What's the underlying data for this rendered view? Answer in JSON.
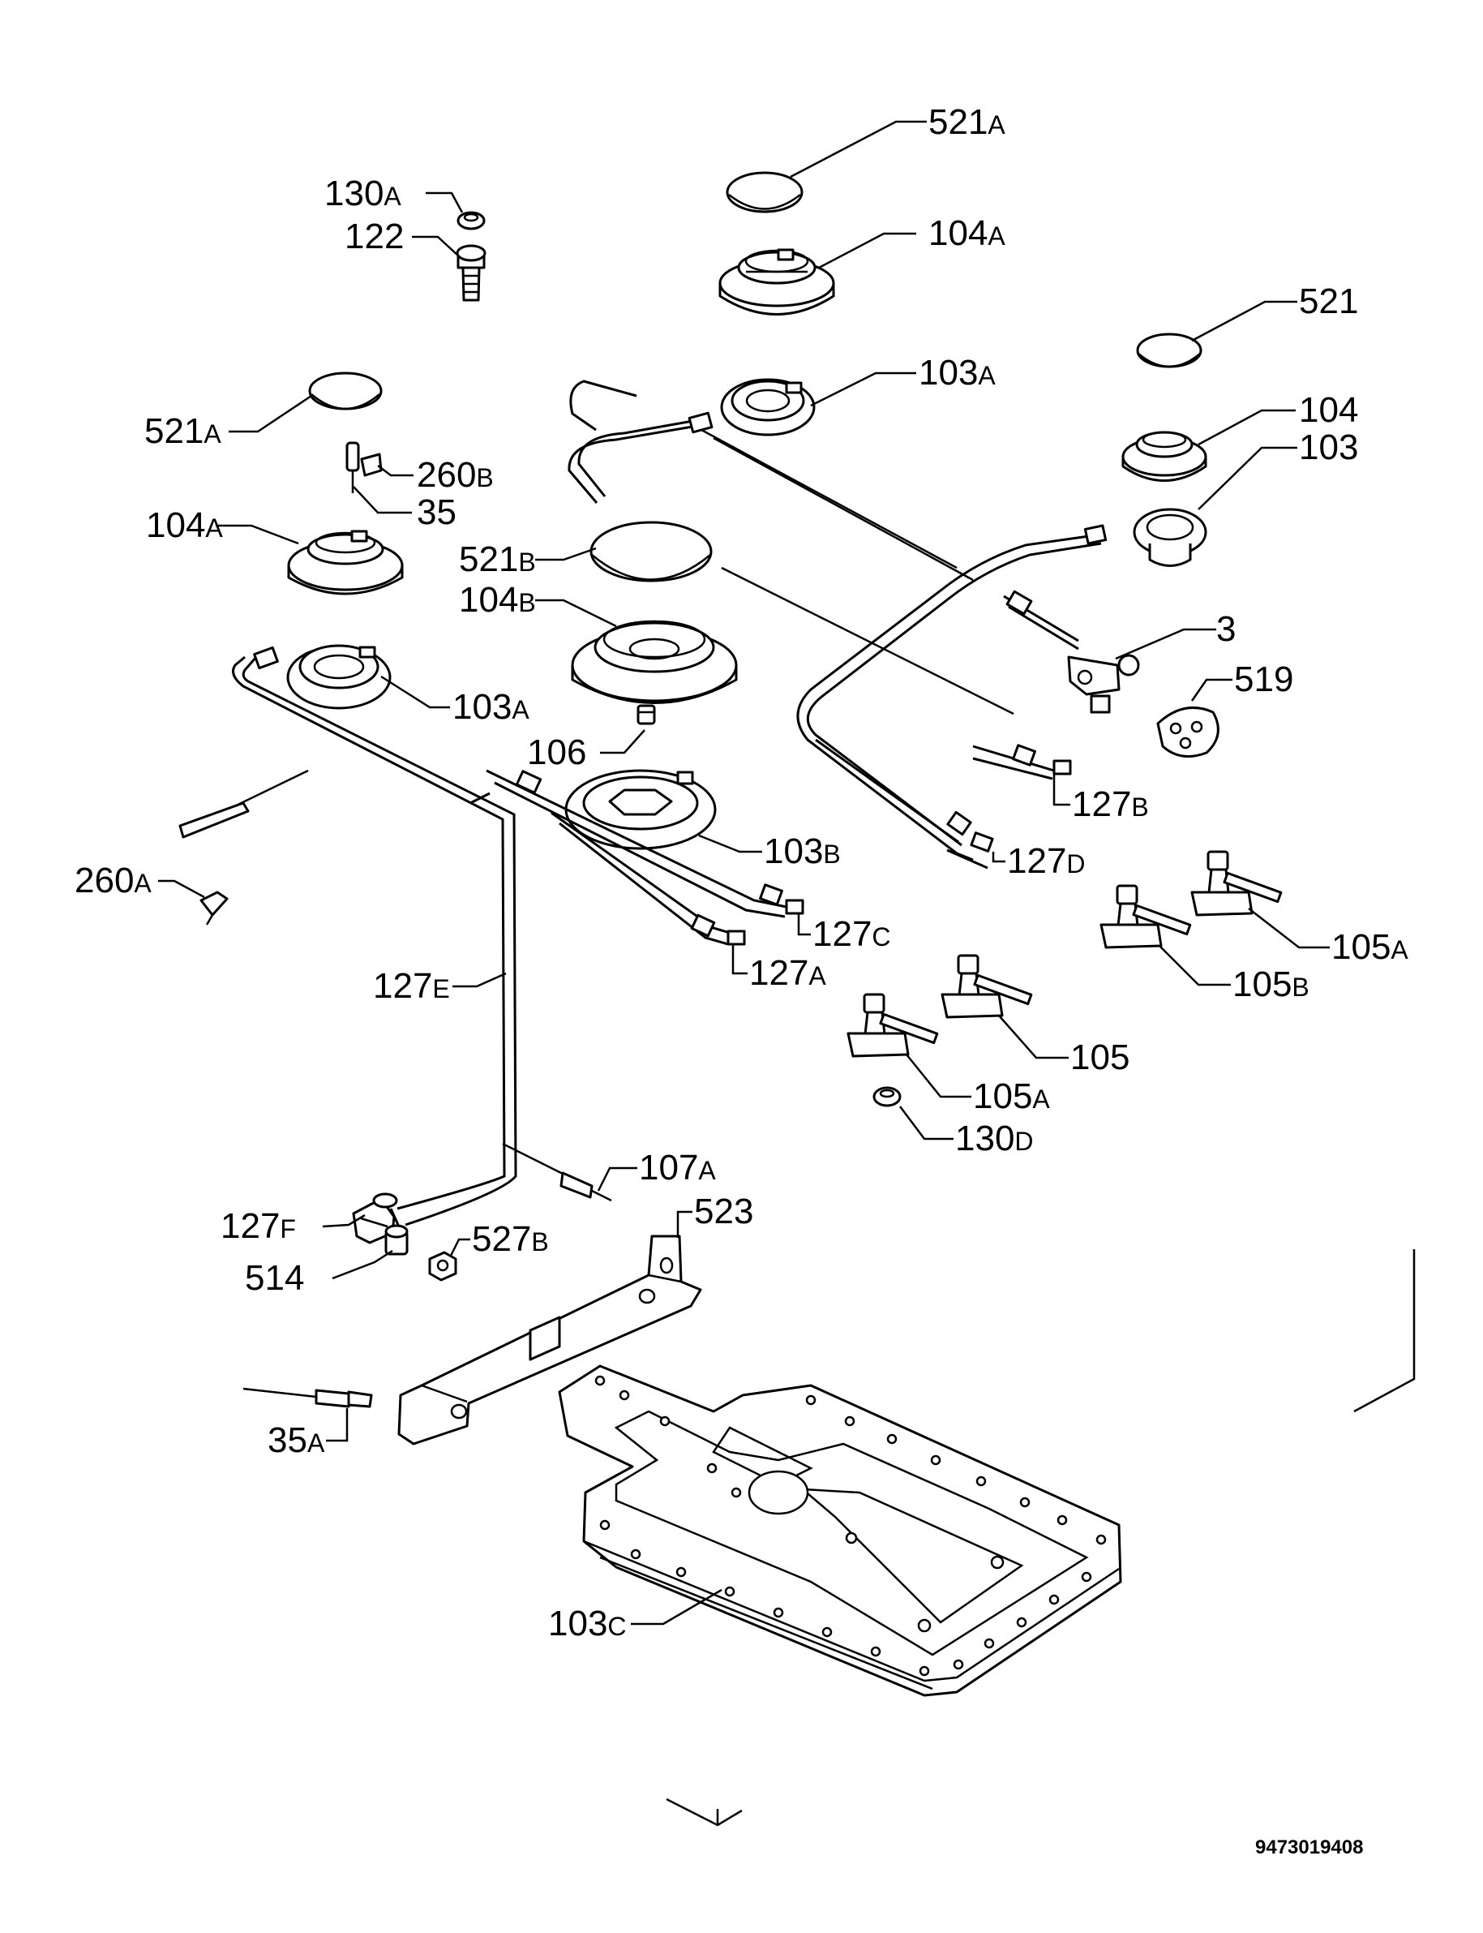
{
  "diagram_code": "9473019408",
  "labels": [
    {
      "id": "l521A_top",
      "num": "521",
      "suffix": "A"
    },
    {
      "id": "l130A",
      "num": "130",
      "suffix": "A"
    },
    {
      "id": "l122",
      "num": "122",
      "suffix": ""
    },
    {
      "id": "l104A_top",
      "num": "104",
      "suffix": "A"
    },
    {
      "id": "l521",
      "num": "521",
      "suffix": ""
    },
    {
      "id": "l103A_top",
      "num": "103",
      "suffix": "A"
    },
    {
      "id": "l521A_left",
      "num": "521",
      "suffix": "A"
    },
    {
      "id": "l260B",
      "num": "260",
      "suffix": "B"
    },
    {
      "id": "l104",
      "num": "104",
      "suffix": ""
    },
    {
      "id": "l103",
      "num": "103",
      "suffix": ""
    },
    {
      "id": "l35",
      "num": "35",
      "suffix": ""
    },
    {
      "id": "l104A_left",
      "num": "104",
      "suffix": "A"
    },
    {
      "id": "l521B",
      "num": "521",
      "suffix": "B"
    },
    {
      "id": "l104B",
      "num": "104",
      "suffix": "B"
    },
    {
      "id": "l3",
      "num": "3",
      "suffix": ""
    },
    {
      "id": "l519",
      "num": "519",
      "suffix": ""
    },
    {
      "id": "l103A_left",
      "num": "103",
      "suffix": "A"
    },
    {
      "id": "l106",
      "num": "106",
      "suffix": ""
    },
    {
      "id": "l127B",
      "num": "127",
      "suffix": "B"
    },
    {
      "id": "l103B",
      "num": "103",
      "suffix": "B"
    },
    {
      "id": "l127D",
      "num": "127",
      "suffix": "D"
    },
    {
      "id": "l260A",
      "num": "260",
      "suffix": "A"
    },
    {
      "id": "l127C",
      "num": "127",
      "suffix": "C"
    },
    {
      "id": "l105A_right",
      "num": "105",
      "suffix": "A"
    },
    {
      "id": "l127A",
      "num": "127",
      "suffix": "A"
    },
    {
      "id": "l105B",
      "num": "105",
      "suffix": "B"
    },
    {
      "id": "l127E",
      "num": "127",
      "suffix": "E"
    },
    {
      "id": "l105",
      "num": "105",
      "suffix": ""
    },
    {
      "id": "l105A_lower",
      "num": "105",
      "suffix": "A"
    },
    {
      "id": "l130D",
      "num": "130",
      "suffix": "D"
    },
    {
      "id": "l107A",
      "num": "107",
      "suffix": "A"
    },
    {
      "id": "l523",
      "num": "523",
      "suffix": ""
    },
    {
      "id": "l127F",
      "num": "127",
      "suffix": "F"
    },
    {
      "id": "l527B",
      "num": "527",
      "suffix": "B"
    },
    {
      "id": "l514",
      "num": "514",
      "suffix": ""
    },
    {
      "id": "l35A",
      "num": "35",
      "suffix": "A"
    },
    {
      "id": "l103C",
      "num": "103",
      "suffix": "C"
    }
  ]
}
